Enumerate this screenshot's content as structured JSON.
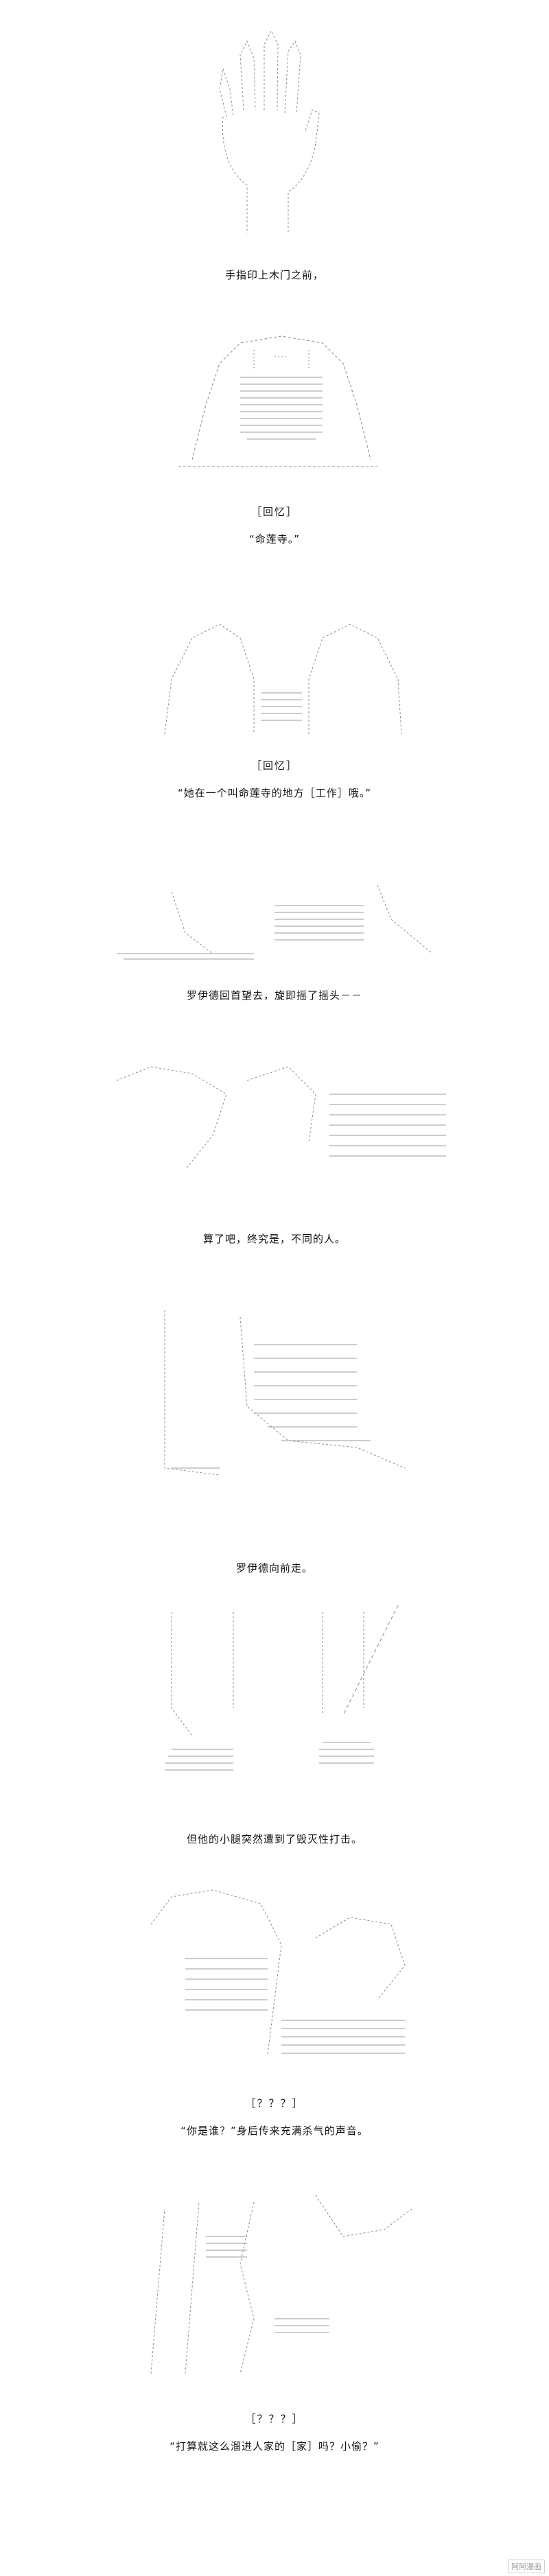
{
  "panels": [
    {
      "caption": "手指印上木门之前，"
    },
    {
      "label": "［回忆］",
      "caption": "“命莲寺。”"
    },
    {
      "label": "［回忆］",
      "caption": "“她在一个叫命莲寺的地方［工作］哦。”"
    },
    {
      "caption": "罗伊德回首望去，旋即摇了摇头－－"
    },
    {
      "caption": "算了吧，终究是，不同的人。"
    },
    {
      "caption": "罗伊德向前走。"
    },
    {
      "caption": "但他的小腿突然遭到了毁灭性打击。"
    },
    {
      "label": "［？？？］",
      "caption": "“你是谁？”身后传来充满杀气的声音。"
    },
    {
      "label": "［？？？］",
      "caption": "“打算就这么溜进人家的［家］吗？小偷？”"
    }
  ],
  "watermark": "阿阿漫画"
}
